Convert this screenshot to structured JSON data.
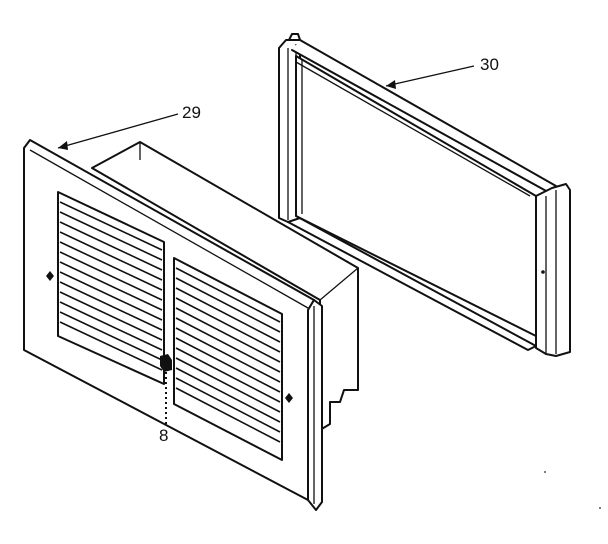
{
  "callouts": {
    "grille": "29",
    "frame": "30",
    "screw": "8"
  },
  "colors": {
    "ink": "#111111",
    "paper": "#ffffff"
  }
}
